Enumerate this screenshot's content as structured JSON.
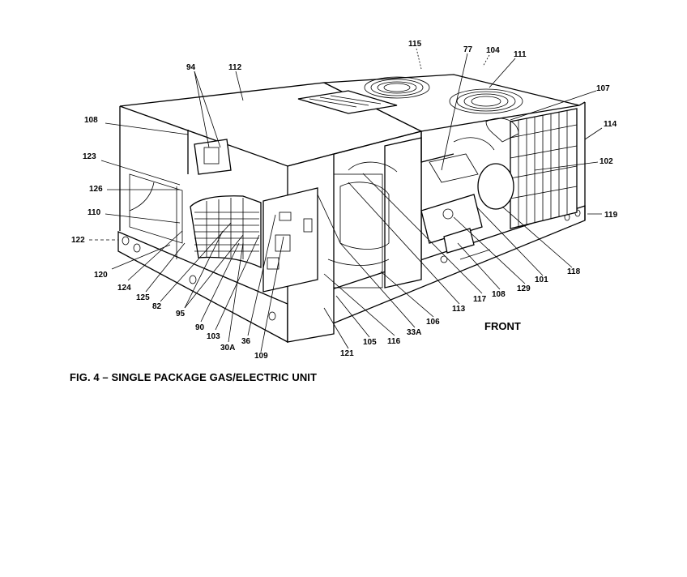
{
  "figure": {
    "caption": "FIG. 4 – SINGLE PACKAGE GAS/ELECTRIC UNIT",
    "front_label": "FRONT"
  },
  "callouts": [
    "94",
    "112",
    "115",
    "77",
    "104",
    "111",
    "108",
    "114",
    "107",
    "123",
    "102",
    "126",
    "110",
    "119",
    "122",
    "120",
    "124",
    "125",
    "82",
    "95",
    "90",
    "103",
    "30A",
    "36",
    "109",
    "121",
    "105",
    "116",
    "33A",
    "106",
    "113",
    "117",
    "108",
    "129",
    "101",
    "118"
  ]
}
